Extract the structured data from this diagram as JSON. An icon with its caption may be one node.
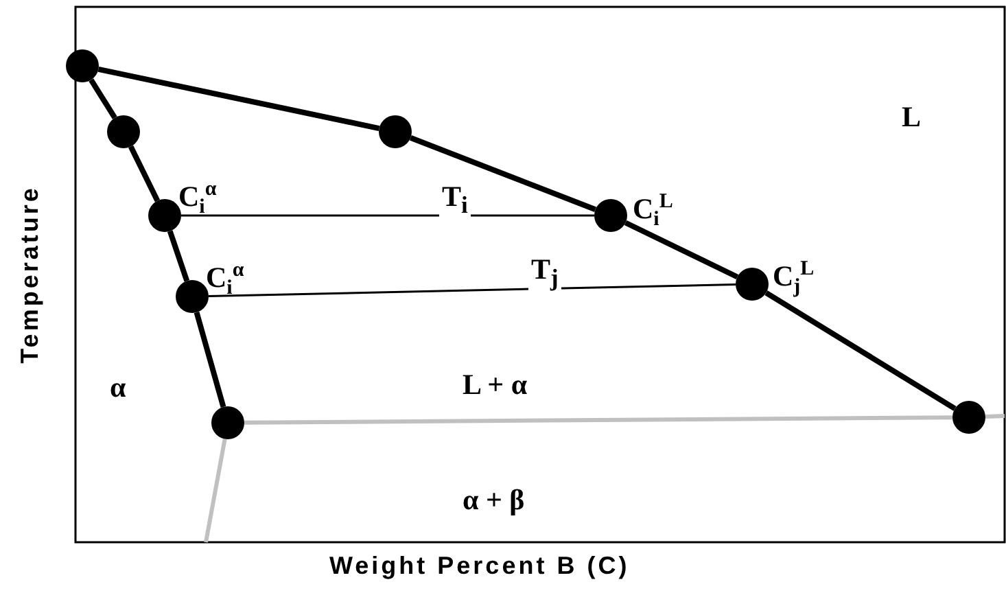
{
  "diagram": {
    "nodes": [
      {
        "text": [],
        "shape": "circle"
      },
      {
        "text": [],
        "shape": "circle"
      },
      {
        "text": [],
        "shape": "circle",
        "beside": [
          "C$_{i}$$^{α}$"
        ]
      },
      {
        "text": [],
        "shape": "circle",
        "beside": [
          "C$_{i}$$^{α}$"
        ]
      },
      {
        "text": [],
        "shape": "circle"
      },
      {
        "text": [],
        "shape": "circle"
      },
      {
        "text": [],
        "shape": "circle",
        "beside": [
          "C$_{i}$$^{L}$"
        ]
      },
      {
        "text": [],
        "shape": "circle",
        "beside": [
          "C$_{j}$$^{L}$"
        ]
      },
      {
        "text": [],
        "shape": "circle"
      }
    ],
    "edges": [
      {
        "from": 0,
        "to": 1,
        "arrow": "none"
      },
      {
        "from": 1,
        "to": 2,
        "arrow": "none"
      },
      {
        "from": 2,
        "to": 3,
        "arrow": "none"
      },
      {
        "from": 3,
        "to": 4,
        "arrow": "none"
      },
      {
        "from": 0,
        "to": 5,
        "arrow": "none"
      },
      {
        "from": 5,
        "to": 6,
        "arrow": "none"
      },
      {
        "from": 6,
        "to": 7,
        "arrow": "none"
      },
      {
        "from": 7,
        "to": 8,
        "arrow": "none"
      },
      {
        "from": 2,
        "to": 6,
        "arrow": "none",
        "label": "T$_{i}$"
      },
      {
        "from": 3,
        "to": 7,
        "arrow": "none",
        "label": "T$_{j}$"
      },
      {
        "from": 4,
        "to": 8,
        "arrow": "none",
        "color": "#c0c0c0"
      },
      {
        "from": 4,
        "to": null,
        "arrow": "none",
        "color": "#c0c0c0"
      },
      {
        "from": 8,
        "to": null,
        "arrow": "none",
        "color": "#c0c0c0"
      }
    ],
    "labels": [
      "L",
      "α",
      "L + α",
      "α + β",
      "Temperature",
      "Weight Percent B (C)"
    ]
  }
}
